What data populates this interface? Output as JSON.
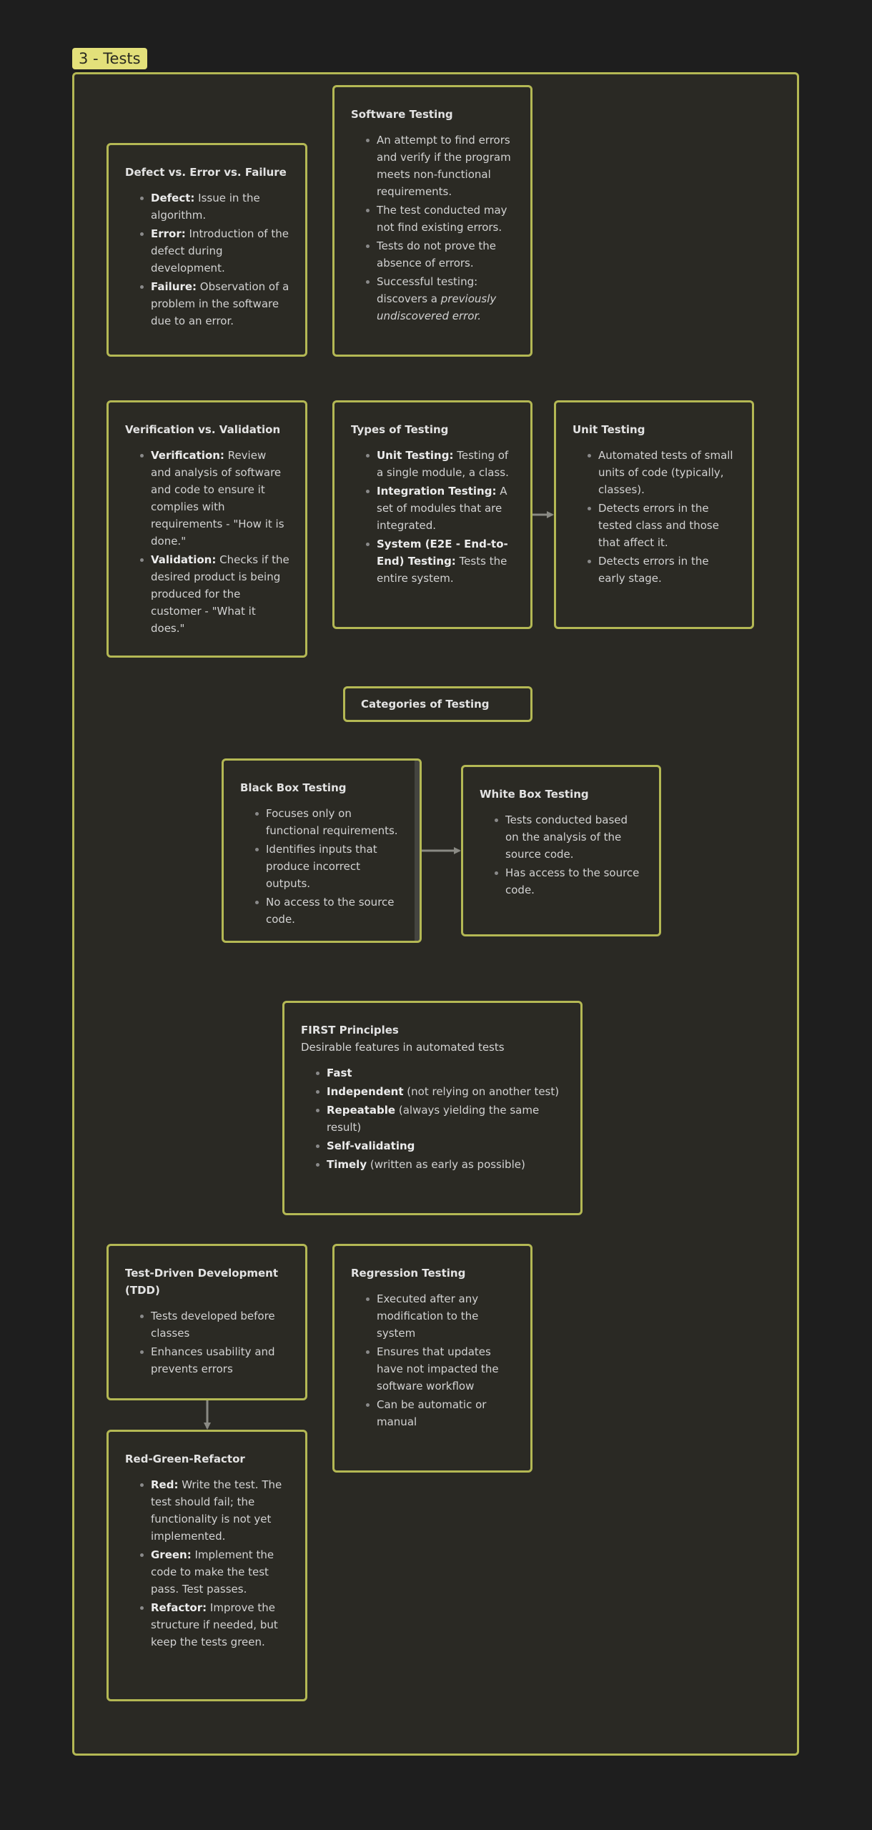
{
  "group": {
    "label": "3 - Tests"
  },
  "cards": {
    "software_testing": {
      "title": "Software Testing",
      "items": [
        {
          "text": "An attempt to find errors and verify if the program meets non-functional requirements."
        },
        {
          "text": "The test conducted may not find existing errors."
        },
        {
          "text": "Tests do not prove the absence of errors."
        },
        {
          "text": "Successful testing: discovers a ",
          "italic": "previously undiscovered error",
          "suffix": "."
        }
      ]
    },
    "defect_error_failure": {
      "title": "Defect vs. Error vs. Failure",
      "items": [
        {
          "bold": "Defect:",
          "text": " Issue in the algorithm."
        },
        {
          "bold": "Error:",
          "text": " Introduction of the defect during development."
        },
        {
          "bold": "Failure:",
          "text": " Observation of a problem in the software due to an error."
        }
      ]
    },
    "verification_validation": {
      "title": "Verification vs. Validation",
      "items": [
        {
          "bold": "Verification:",
          "text": " Review and analysis of software and code to ensure it complies with requirements - \"How it is done.\""
        },
        {
          "bold": "Validation:",
          "text": " Checks if the desired product is being produced for the customer - \"What it does.\""
        }
      ]
    },
    "types_of_testing": {
      "title": "Types of Testing",
      "items": [
        {
          "bold": "Unit Testing:",
          "text": " Testing of a single module, a class."
        },
        {
          "bold": "Integration Testing:",
          "text": " A set of modules that are integrated."
        },
        {
          "bold": "System (E2E - End-to-End) Testing:",
          "text": " Tests the entire system."
        }
      ]
    },
    "unit_testing": {
      "title": "Unit Testing",
      "items": [
        {
          "text": "Automated tests of small units of code (typically, classes)."
        },
        {
          "text": "Detects errors in the tested class and those that affect it."
        },
        {
          "text": "Detects errors in the early stage."
        }
      ]
    },
    "categories_of_testing": {
      "title": "Categories of Testing"
    },
    "black_box": {
      "title": "Black Box Testing",
      "items": [
        {
          "text": "Focuses only on functional requirements."
        },
        {
          "text": "Identifies inputs that produce incorrect outputs."
        },
        {
          "text": "No access to the source code."
        }
      ]
    },
    "white_box": {
      "title": "White Box Testing",
      "items": [
        {
          "text": "Tests conducted based on the analysis of the source code."
        },
        {
          "text": "Has access to the source code."
        }
      ]
    },
    "first_principles": {
      "title": "FIRST Principles",
      "subtitle": "Desirable features in automated tests",
      "items": [
        {
          "bold": "Fast",
          "text": ""
        },
        {
          "bold": "Independent",
          "text": " (not relying on another test)"
        },
        {
          "bold": "Repeatable",
          "text": " (always yielding the same result)"
        },
        {
          "bold": "Self-validating",
          "text": ""
        },
        {
          "bold": "Timely",
          "text": " (written as early as possible)"
        }
      ]
    },
    "tdd": {
      "title": "Test-Driven Development (TDD)",
      "items": [
        {
          "text": "Tests developed before classes"
        },
        {
          "text": "Enhances usability and prevents errors"
        }
      ]
    },
    "regression_testing": {
      "title": "Regression Testing",
      "items": [
        {
          "text": "Executed after any modification to the system"
        },
        {
          "text": "Ensures that updates have not impacted the software workflow"
        },
        {
          "text": "Can be automatic or manual"
        }
      ]
    },
    "red_green_refactor": {
      "title": "Red-Green-Refactor",
      "items": [
        {
          "bold": "Red:",
          "text": " Write the test. The test should fail; the functionality is not yet implemented."
        },
        {
          "bold": "Green:",
          "text": " Implement the code to make the test pass. Test passes."
        },
        {
          "bold": "Refactor:",
          "text": " Improve the structure if needed, but keep the tests green."
        }
      ]
    }
  },
  "colors": {
    "background": "#1e1e1e",
    "group_fill": "#2a2924",
    "border_accent": "#b4b854",
    "label_fill": "#e3e07a",
    "edge": "#8a8a84"
  }
}
